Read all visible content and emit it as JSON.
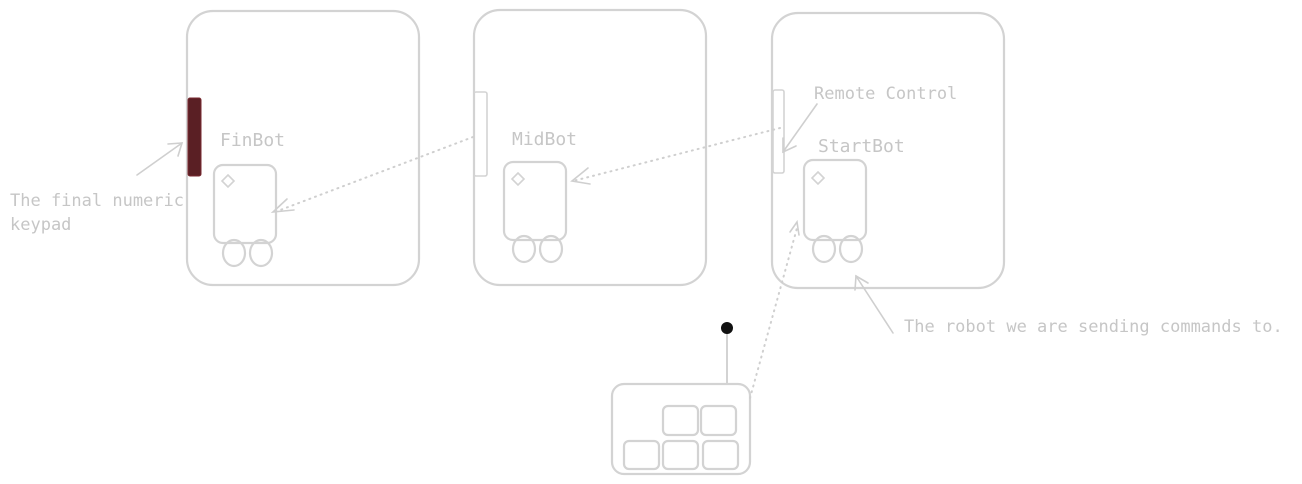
{
  "rooms": {
    "finbot": {
      "label": "FinBot"
    },
    "midbot": {
      "label": "MidBot"
    },
    "startbot": {
      "label": "StartBot"
    }
  },
  "annotations": {
    "keypad": "The final numeric",
    "keypad_line2": "keypad",
    "remote": "Remote Control",
    "robot": "The robot we are sending commands to."
  },
  "colors": {
    "line": "#d3d3d3",
    "text": "#c6c6c6",
    "keypad_fill": "#5a1f24",
    "antenna_tip": "#111111"
  }
}
